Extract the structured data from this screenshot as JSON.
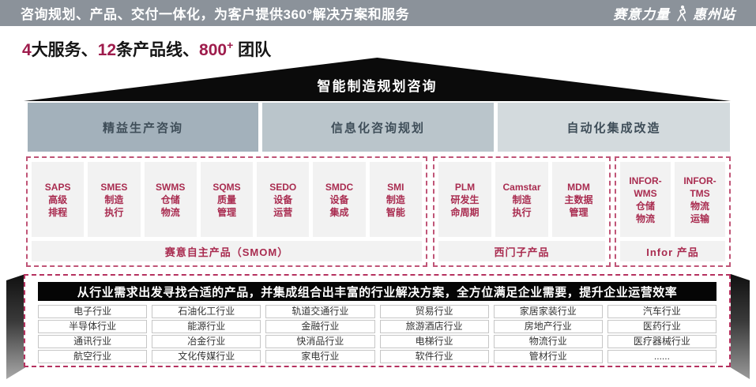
{
  "header": {
    "title": "咨询规划、产品、交付一体化，为客户提供360°解决方案和服务",
    "logo": {
      "brand": "赛意力量",
      "station": "惠州站",
      "icon": "person-icon"
    }
  },
  "subtitle": {
    "num_services": "4",
    "services_label": "大服务、",
    "num_lines": "12",
    "lines_label": "条产品线、",
    "num_team": "800",
    "team_plus": "+",
    "team_label": "团队"
  },
  "roof": {
    "title": "智能制造规划咨询"
  },
  "services": [
    {
      "label": "精益生产咨询",
      "bg": "#a3b1bb"
    },
    {
      "label": "信息化咨询规划",
      "bg": "#bac5cb"
    },
    {
      "label": "自动化集成改造",
      "bg": "#d3dadd"
    }
  ],
  "product_groups": [
    {
      "label": "赛意自主产品（SMOM）",
      "products": [
        {
          "lines": [
            "SAPS",
            "高级",
            "排程"
          ]
        },
        {
          "lines": [
            "SMES",
            "制造",
            "执行"
          ]
        },
        {
          "lines": [
            "SWMS",
            "仓储",
            "物流"
          ]
        },
        {
          "lines": [
            "SQMS",
            "质量",
            "管理"
          ]
        },
        {
          "lines": [
            "SEDO",
            "设备",
            "运营"
          ]
        },
        {
          "lines": [
            "SMDC",
            "设备",
            "集成"
          ]
        },
        {
          "lines": [
            "SMI",
            "制造",
            "智能"
          ]
        }
      ]
    },
    {
      "label": "西门子产品",
      "products": [
        {
          "lines": [
            "PLM",
            "研发生",
            "命周期"
          ]
        },
        {
          "lines": [
            "Camstar",
            "制造",
            "执行"
          ]
        },
        {
          "lines": [
            "MDM",
            "主数据",
            "管理"
          ]
        }
      ]
    },
    {
      "label": "Infor 产品",
      "products": [
        {
          "lines": [
            "INFOR-",
            "WMS",
            "仓储",
            "物流"
          ]
        },
        {
          "lines": [
            "INFOR-",
            "TMS",
            "物流",
            "运输"
          ]
        }
      ]
    }
  ],
  "industry_section": {
    "banner": "从行业需求出发寻找合适的产品，并集成组合出丰富的行业解决方案，全方位满足企业需要，提升企业运营效率",
    "industries": [
      "电子行业",
      "石油化工行业",
      "轨道交通行业",
      "贸易行业",
      "家居家装行业",
      "汽车行业",
      "半导体行业",
      "能源行业",
      "金融行业",
      "旅游酒店行业",
      "房地产行业",
      "医药行业",
      "通讯行业",
      "冶金行业",
      "快消品行业",
      "电梯行业",
      "物流行业",
      "医疗器械行业",
      "航空行业",
      "文化传媒行业",
      "家电行业",
      "软件行业",
      "管材行业",
      "......"
    ]
  },
  "colors": {
    "topbar_bg": "#8b929a",
    "accent_crimson": "#9e1c4c",
    "product_text": "#a92c50",
    "dashed_border": "#c05577",
    "service_bg_1": "#a3b1bb",
    "service_bg_2": "#bac5cb",
    "service_bg_3": "#d3dadd",
    "service_text": "#3f4e59",
    "roof_bg": "#0b0b0b",
    "banner_bg": "#050505",
    "box_bg": "#f2f2f2"
  }
}
